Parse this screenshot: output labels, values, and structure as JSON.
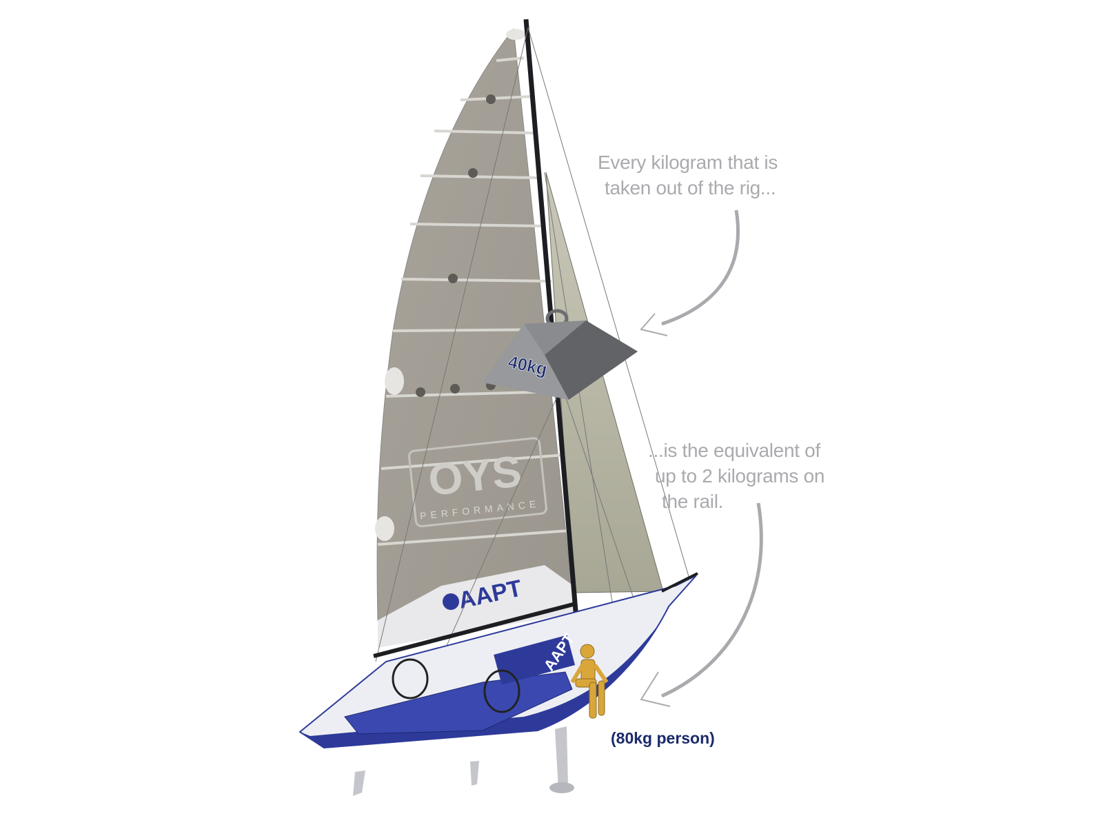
{
  "callouts": {
    "top": {
      "line1": "Every kilogram that is",
      "line2": "taken out of the rig..."
    },
    "bottom": {
      "line1": "...is the equivalent of",
      "line2": "up to 2 kilograms on",
      "line3": "the rail."
    }
  },
  "weight": {
    "label": "40kg"
  },
  "person": {
    "label": "(80kg person)"
  },
  "sail_logos": {
    "main_logo": "OYS",
    "main_logo_sub": "PERFORMANCE",
    "sponsor": "AAPT"
  },
  "colors": {
    "callout_text": "#a9aaae",
    "label_navy": "#1b2a6b",
    "sail": "#a39e95",
    "jib": "#b9b8a0",
    "hull_blue": "#2e3a9a",
    "weight_grey": "#7d7e80",
    "person_yellow": "#d9a63a"
  }
}
